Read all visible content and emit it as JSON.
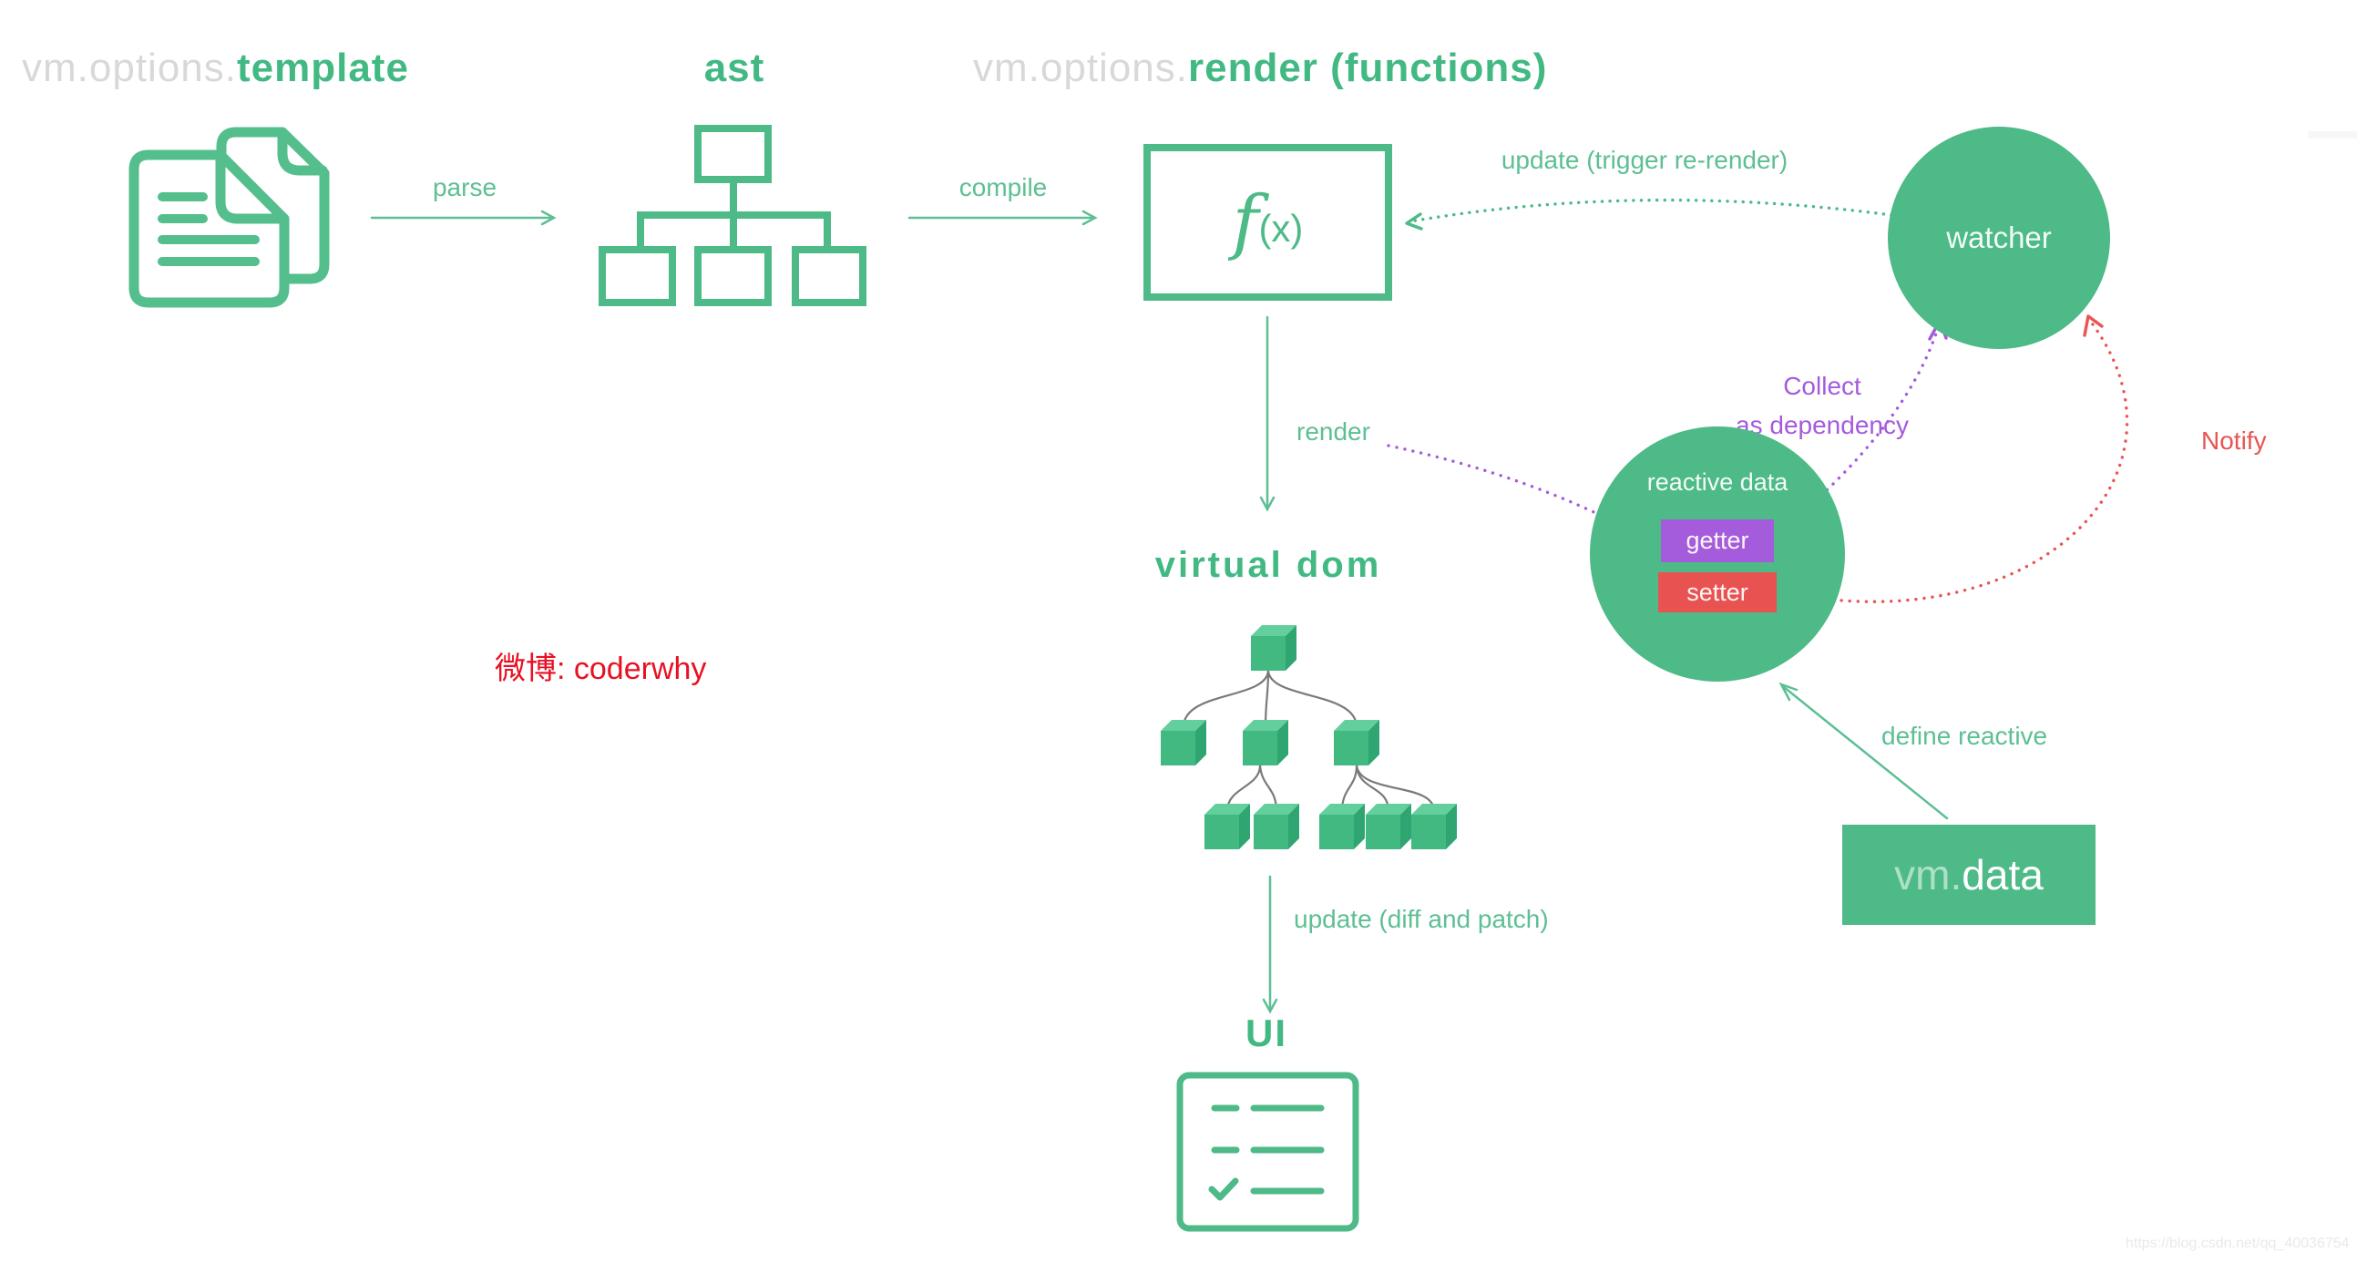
{
  "colors": {
    "accent_green": "#42b983",
    "fill_green": "#4dba87",
    "icon_green": "#54be8c",
    "label_green": "#5dbf93",
    "muted_gray": "#d8d8d8",
    "purple": "#a45bdc",
    "red": "#e85552",
    "credit_red": "#e81123",
    "connector_gray": "#7a7a7a"
  },
  "titles": {
    "template_prefix": "vm.options.",
    "template_em": "template",
    "ast": "ast",
    "render_prefix": "vm.options.",
    "render_em": "render (functions)"
  },
  "flow_labels": {
    "parse": "parse",
    "compile": "compile",
    "render": "render",
    "update_rerender": "update (trigger re-render)",
    "update_diff": "update (diff and patch)",
    "define_reactive": "define reactive",
    "collect_line1": "Collect",
    "collect_line2": "as dependency",
    "notify": "Notify"
  },
  "nodes": {
    "fx_f": "f",
    "fx_rest": "(x)",
    "watcher": "watcher",
    "reactive_data": "reactive data",
    "getter": "getter",
    "setter": "setter",
    "vmdata_prefix": "vm.",
    "vmdata_em": "data",
    "virtual_dom": "virtual dom",
    "ui": "UI"
  },
  "annotations": {
    "weibo": "微博: coderwhy",
    "watermark": "https://blog.csdn.net/qq_40036754"
  }
}
